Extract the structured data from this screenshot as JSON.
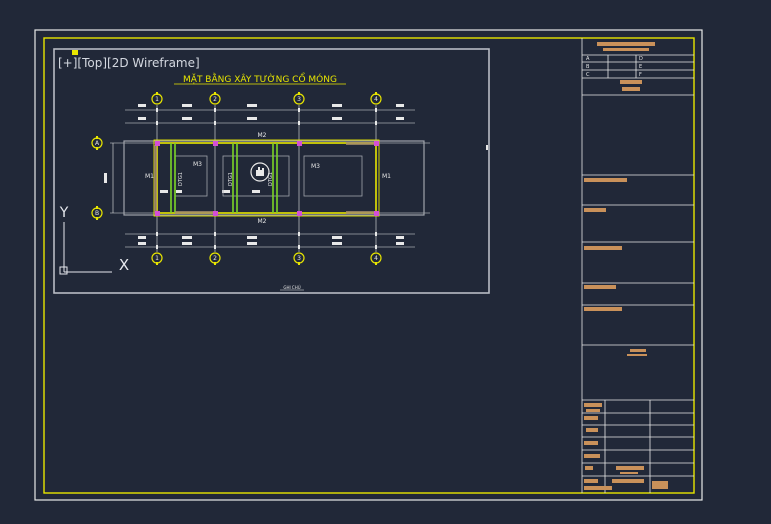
{
  "viewport": {
    "controls": "[+]",
    "view": "[Top]",
    "visual_style": "[2D Wireframe]"
  },
  "drawing": {
    "title": "MẶT BẰNG XÂY TƯỜNG CỔ MÓNG",
    "scale_note": "GHI CHÚ",
    "grid_numbers": [
      "1",
      "2",
      "3",
      "4"
    ],
    "grid_letters": [
      "A",
      "B"
    ],
    "wall_labels": {
      "top": "M2",
      "bottom": "M2",
      "left": "M1",
      "right": "M1",
      "mid_left": "M3",
      "mid_right": "M3",
      "columns": [
        "DTG1",
        "DTG1",
        "DTG1"
      ]
    }
  },
  "ucs": {
    "x_label": "X",
    "y_label": "Y"
  },
  "colors": {
    "background": "#212838",
    "border_white": "#e8e8e8",
    "frame_yellow": "#e8e600",
    "wall_green": "#7cd628",
    "text_tan": "#c9915a",
    "magenta": "#d44fd6"
  }
}
